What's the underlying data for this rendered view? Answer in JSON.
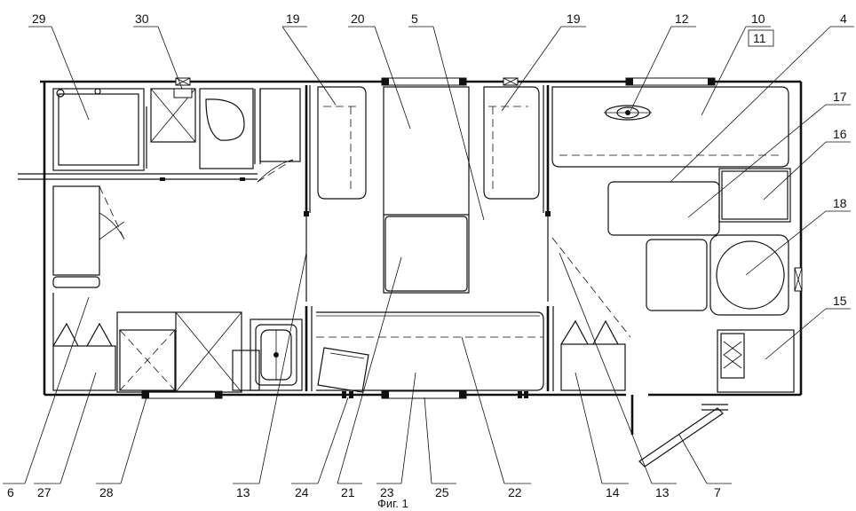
{
  "callouts": [
    {
      "text": "29"
    },
    {
      "text": "30"
    },
    {
      "text": "19"
    },
    {
      "text": "20"
    },
    {
      "text": "5"
    },
    {
      "text": "19"
    },
    {
      "text": "12"
    },
    {
      "text": "10"
    },
    {
      "text": "11"
    },
    {
      "text": "4"
    },
    {
      "text": "17"
    },
    {
      "text": "16"
    },
    {
      "text": "18"
    },
    {
      "text": "15"
    },
    {
      "text": "6"
    },
    {
      "text": "27"
    },
    {
      "text": "28"
    },
    {
      "text": "13"
    },
    {
      "text": "24"
    },
    {
      "text": "21"
    },
    {
      "text": "23"
    },
    {
      "text": "25"
    },
    {
      "text": "22"
    },
    {
      "text": "14"
    },
    {
      "text": "13"
    },
    {
      "text": "7"
    }
  ],
  "caption": "Фиг. 1"
}
